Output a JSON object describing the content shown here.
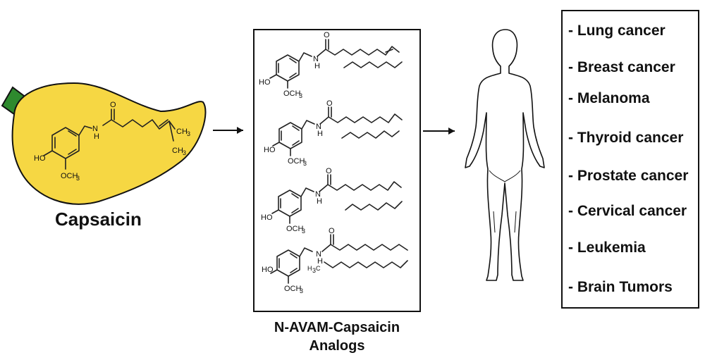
{
  "capsaicin": {
    "label": "Capsaicin",
    "atoms": {
      "hydroxyl": "HO",
      "methoxy": "OCH",
      "methoxy_sub": "3",
      "amide_n": "N",
      "amide_h": "H",
      "oxygen": "O",
      "methyl_top": "CH",
      "methyl_top_sub": "3",
      "methyl_bot": "CH",
      "methyl_bot_sub": "3"
    }
  },
  "analogs": {
    "title_line1": "N-AVAM-Capsaicin",
    "title_line2": "Analogs",
    "atoms": {
      "hydroxyl": "HO",
      "methoxy": "OCH",
      "methoxy_sub": "3",
      "amide_n": "N",
      "amide_h": "H",
      "oxygen": "O",
      "h3c": "H",
      "h3c_sub": "3",
      "h3c_c": "C"
    }
  },
  "cancers": [
    "- Lung cancer",
    "- Breast cancer",
    "- Melanoma",
    "- Thyroid cancer",
    "- Prostate cancer",
    "- Cervical cancer",
    "- Leukemia",
    "- Brain Tumors"
  ],
  "colors": {
    "pepper": "#f6d743",
    "stem": "#2e8a2e",
    "ink": "#111111"
  }
}
